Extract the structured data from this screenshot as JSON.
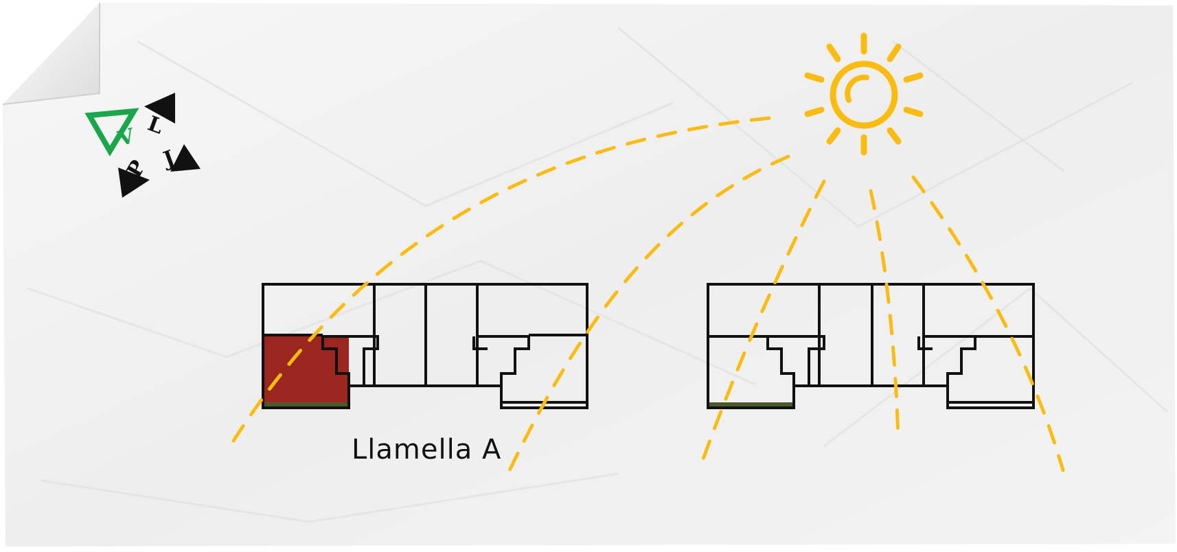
{
  "caption": "Llamella A",
  "logo": {
    "letters": [
      "V",
      "L",
      "J",
      "P"
    ]
  },
  "colors": {
    "paper": "#f4f4f4",
    "sun": "#fbbc12",
    "rays": "#fbbc12",
    "highlight_unit": "#9b2620",
    "wall": "#111111",
    "balcony_green": "#4a5a2c",
    "logo_green": "#1aa64a",
    "logo_black": "#111111"
  },
  "icons": [
    "sun-icon",
    "vplj-logo-icon"
  ]
}
